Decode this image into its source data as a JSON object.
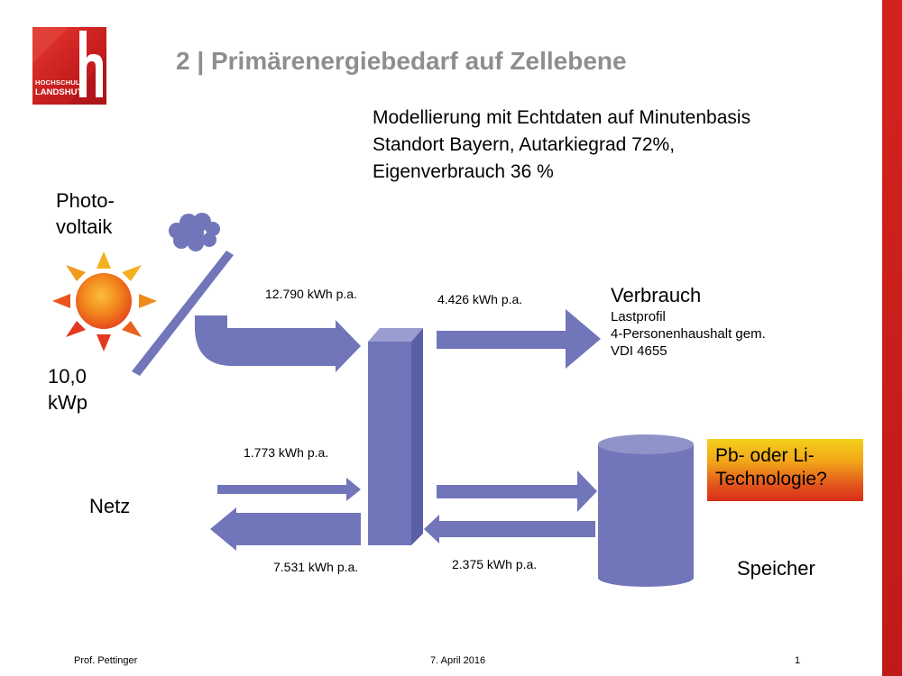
{
  "logo": {
    "line1": "HOCHSCHULE",
    "line2": "LANDSHUT"
  },
  "title": "2 | Primärenergiebedarf auf Zellebene",
  "info_lines": [
    "Modellierung mit Echtdaten auf Minutenbasis",
    "Standort Bayern, Autarkiegrad 72%,",
    "Eigenverbrauch 36 %"
  ],
  "pv": {
    "line1": "Photo-",
    "line2": "voltaik",
    "power1": "10,0",
    "power2": "kWp"
  },
  "flows": {
    "pv_to_node": "12.790 kWh p.a.",
    "node_to_consumption": "4.426 kWh p.a.",
    "grid_to_node": "1.773 kWh p.a.",
    "node_to_grid": "7.531 kWh p.a.",
    "storage_to_node": "2.375 kWh p.a."
  },
  "consumption": {
    "title": "Verbrauch",
    "lines": [
      "Lastprofil",
      "4-Personenhaushalt gem.",
      "VDI 4655"
    ]
  },
  "grid_label": "Netz",
  "storage_label": "Speicher",
  "technology": {
    "line1": "Pb- oder Li-",
    "line2": "Technologie?"
  },
  "footer": {
    "author": "Prof. Pettinger",
    "date": "7. April 2016",
    "page": "1"
  },
  "colors": {
    "arrow": "#7175b9",
    "arrow_dark": "#5b5fa6",
    "brand_red": "#c81e1e",
    "title_gray": "#8e8e8e",
    "sun_orange": "#f28c1c",
    "sun_red": "#e33a20"
  }
}
